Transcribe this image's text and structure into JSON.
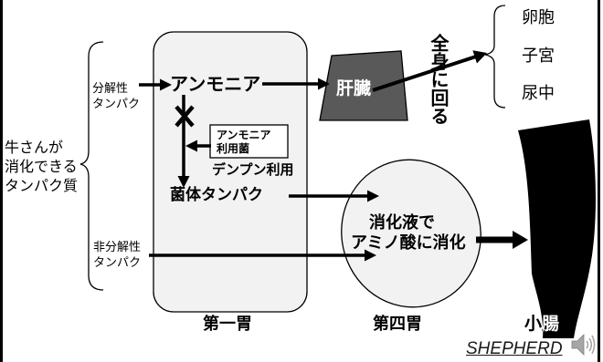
{
  "digestible_protein": {
    "lines": [
      "牛さんが",
      "消化できる",
      "タンパク質"
    ]
  },
  "degradable_protein": {
    "lines": [
      "分解性",
      "タンパク"
    ]
  },
  "undegradable_protein": {
    "lines": [
      "非分解性",
      "タンパク"
    ]
  },
  "rumen": {
    "label": "第一胃",
    "fill": "#f2f2f2",
    "ammonia": "アンモニア",
    "ammonia_bacteria": {
      "lines": [
        "アンモニア",
        "利用菌"
      ]
    },
    "starch_bacteria": "デンプン利用",
    "microbial_protein": "菌体タンパク"
  },
  "liver": {
    "label": "肝臓",
    "fill": "#595959"
  },
  "circulation": {
    "label": "全身に回る"
  },
  "destinations": [
    "卵胞",
    "子宮",
    "尿中"
  ],
  "abomasum": {
    "label": "第四胃",
    "fill": "#f2f2f2",
    "description": {
      "lines": [
        "消化液で",
        "アミノ酸に消化"
      ]
    }
  },
  "small_intestine": {
    "label": "小腸",
    "fill": "#000000"
  },
  "branding": {
    "text": "SHEPHERD"
  },
  "icons": {
    "blocked": "cross-mark-icon",
    "audio": "speaker-icon",
    "audio_color": "#a6a6a6"
  }
}
